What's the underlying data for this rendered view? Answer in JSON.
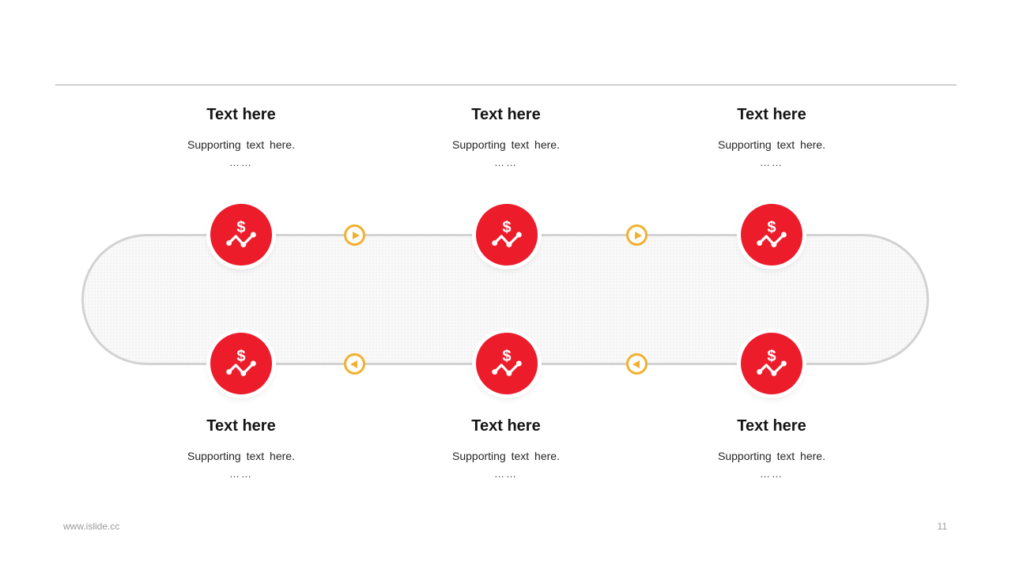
{
  "page": {
    "footer_url": "www.islide.cc",
    "page_number": "11"
  },
  "colors": {
    "node_red": "#EC1C2B",
    "arrow_yellow": "#F2B02F",
    "track_border": "#D2D2D2",
    "track_fill": "#F9F9F9",
    "divider_gray": "#A6A6A6",
    "footer_gray": "#9A9A9A",
    "title_text": "#141414"
  },
  "icons": {
    "node_icon": "dollar-trend-icon",
    "arrow_forward": "play-right-icon",
    "arrow_back": "play-left-icon",
    "dollar_glyph": "$"
  },
  "items": {
    "top": [
      {
        "title": "Text here",
        "subtitle": "Supporting text here.",
        "ellipsis": "……"
      },
      {
        "title": "Text here",
        "subtitle": "Supporting text here.",
        "ellipsis": "……"
      },
      {
        "title": "Text here",
        "subtitle": "Supporting text here.",
        "ellipsis": "……"
      }
    ],
    "bottom": [
      {
        "title": "Text here",
        "subtitle": "Supporting text here.",
        "ellipsis": "……"
      },
      {
        "title": "Text here",
        "subtitle": "Supporting text here.",
        "ellipsis": "……"
      },
      {
        "title": "Text here",
        "subtitle": "Supporting text here.",
        "ellipsis": "……"
      }
    ]
  }
}
